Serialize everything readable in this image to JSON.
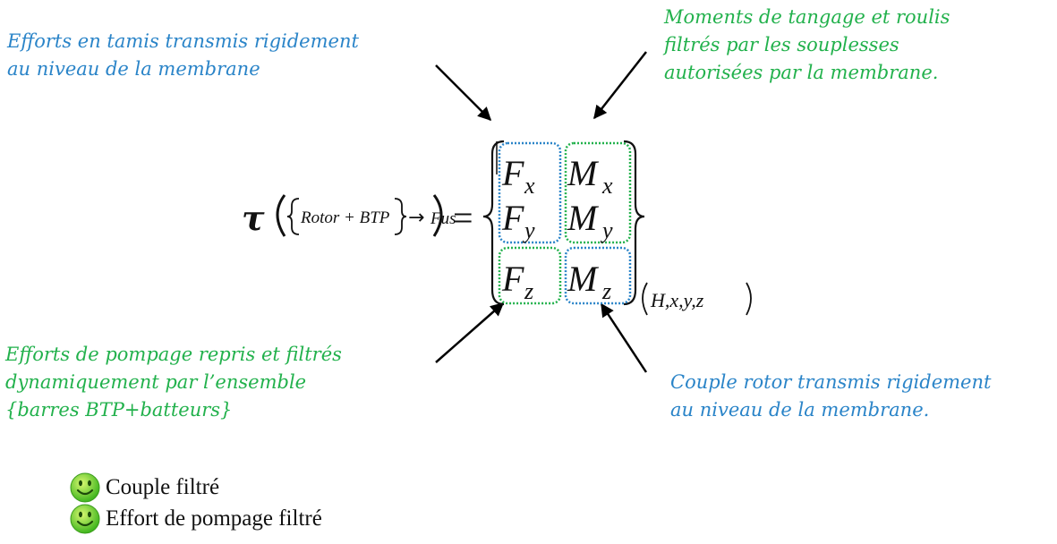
{
  "annotations": {
    "top_left": {
      "lines": [
        "Efforts en tamis transmis rigidement",
        "au niveau de la membrane"
      ],
      "color": "#2a84c8"
    },
    "top_right": {
      "lines": [
        "Moments de tangage et roulis",
        "filtrés par les souplesses",
        "autorisées par la membrane."
      ],
      "color": "#22b14c"
    },
    "bottom_left": {
      "lines": [
        "Efforts de pompage repris et filtrés",
        "dynamiquement par l’ensemble",
        "{barres BTP+batteurs}"
      ],
      "color": "#22b14c"
    },
    "bottom_right": {
      "lines": [
        "Couple rotor transmis rigidement",
        "au niveau de la membrane."
      ],
      "color": "#2a84c8"
    }
  },
  "equation": {
    "tau": "τ",
    "inner": "Rotor + BTP",
    "arrow": "→",
    "target": "Fus",
    "equals": "=",
    "subscript_point": "H,x,y,z",
    "matrix": [
      [
        "F",
        "x",
        "M",
        "x"
      ],
      [
        "F",
        "y",
        "M",
        "y"
      ],
      [
        "F",
        "z",
        "M",
        "z"
      ]
    ],
    "box_colors": {
      "blue": "#2a84c8",
      "green": "#22b14c"
    }
  },
  "legend": [
    {
      "label": "Couple filtré",
      "icon": "smiley-icon"
    },
    {
      "label": "Effort de pompage filtré",
      "icon": "smiley-icon"
    }
  ]
}
